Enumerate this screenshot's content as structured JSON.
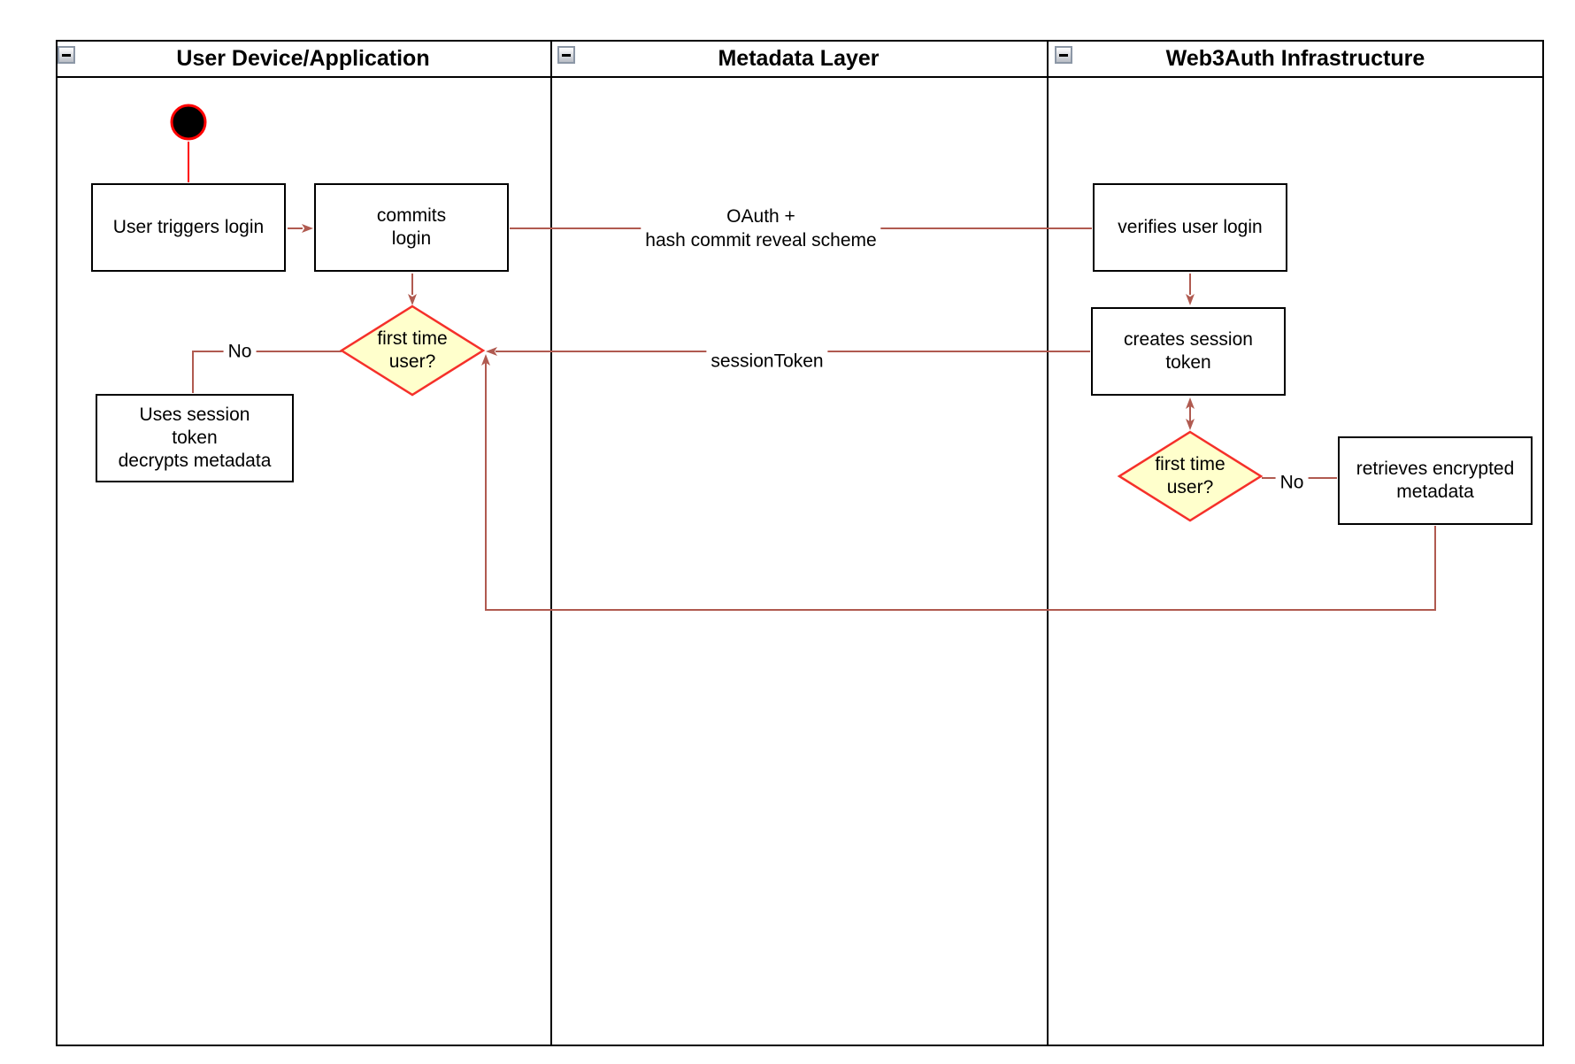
{
  "pool": {
    "lanes": [
      {
        "title": "User Device/Application",
        "collapse_icon": "minus-icon"
      },
      {
        "title": "Metadata Layer",
        "collapse_icon": "minus-icon"
      },
      {
        "title": "Web3Auth Infrastructure",
        "collapse_icon": "minus-icon"
      }
    ]
  },
  "nodes": {
    "start": {
      "type": "initial-node"
    },
    "user_triggers_login": {
      "label": "User triggers login"
    },
    "commits_login": {
      "label": "commits\nlogin"
    },
    "first_time_user_device": {
      "label": "first time\nuser?"
    },
    "uses_session_token": {
      "label": "Uses session\ntoken\ndecrypts metadata"
    },
    "verifies_user_login": {
      "label": "verifies user login"
    },
    "creates_session_token": {
      "label": "creates session\ntoken"
    },
    "first_time_user_infra": {
      "label": "first time\nuser?"
    },
    "retrieves_encrypted_metadata": {
      "label": "retrieves encrypted\nmetadata"
    }
  },
  "edges": {
    "oauth": {
      "label": "OAuth +\nhash commit reveal scheme"
    },
    "session_token": {
      "label": "sessionToken"
    },
    "no_device": {
      "label": "No"
    },
    "no_infra": {
      "label": "No"
    }
  },
  "colors": {
    "connector": "#b05a50",
    "decision_fill": "#ffffcc",
    "decision_stroke": "#f5302a",
    "start_fill": "#000000",
    "start_stroke": "#ff0000",
    "node_border": "#000000",
    "lane_border": "#000000"
  }
}
